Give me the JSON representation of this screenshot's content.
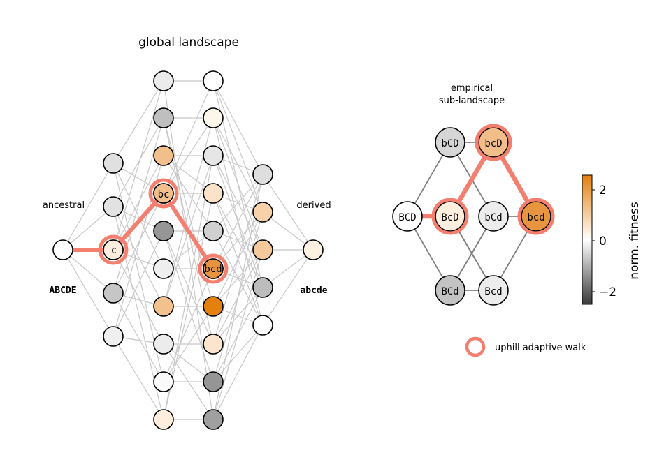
{
  "left_panel": {
    "title": "global landscape",
    "ancestral_label": "ancestral",
    "derived_label": "derived",
    "ancestral_genotype": "ABCDE",
    "derived_genotype": "abcde",
    "node_labels": {
      "c": "c",
      "bc": "bc",
      "bcd": "bcd"
    }
  },
  "right_panel": {
    "title_line1": "empirical",
    "title_line2": "sub-landscape",
    "nodes": [
      "BCD",
      "bCD",
      "BcD",
      "bCd",
      "bcD",
      "bcd",
      "BCd",
      "Bcd"
    ]
  },
  "colorbar": {
    "label": "norm. fitness",
    "ticks": [
      "2",
      "0",
      "−2"
    ],
    "colors": {
      "high": "#e3800e",
      "mid": "#ffffff",
      "low": "#3a3a3a"
    }
  },
  "legend": {
    "label": "uphill adaptive walk"
  },
  "colors": {
    "walk": "#f47f6f",
    "edge_left": "#c8c8c8",
    "edge_right": "#808080"
  }
}
